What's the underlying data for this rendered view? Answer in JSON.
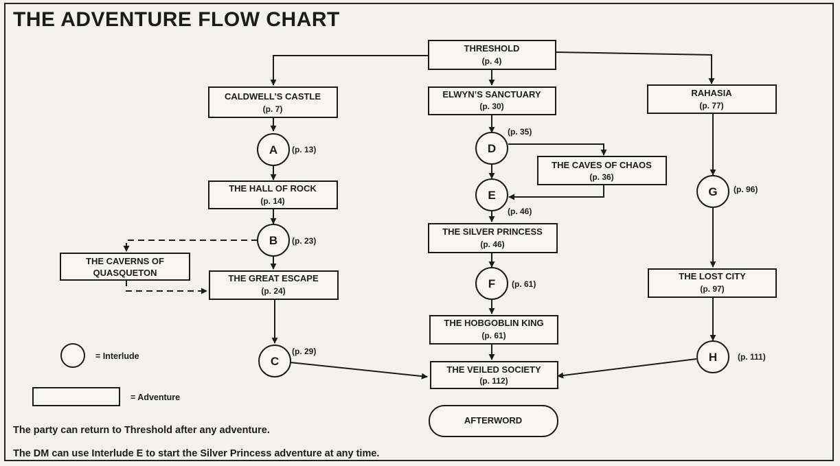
{
  "title": "THE ADVENTURE FLOW CHART",
  "adventures": {
    "threshold": {
      "name": "THRESHOLD",
      "page": "(p. 4)"
    },
    "caldwell": {
      "name": "CALDWELL’S CASTLE",
      "page": "(p. 7)"
    },
    "elwyn": {
      "name": "ELWYN’S SANCTUARY",
      "page": "(p. 30)"
    },
    "rahasia": {
      "name": "RAHASIA",
      "page": "(p. 77)"
    },
    "hall_of_rock": {
      "name": "THE HALL OF ROCK",
      "page": "(p. 14)"
    },
    "caves_of_chaos": {
      "name": "THE CAVES OF CHAOS",
      "page": "(p. 36)"
    },
    "caverns_line1": "THE CAVERNS OF",
    "caverns_line2": "QUASQUETON",
    "great_escape": {
      "name": "THE GREAT ESCAPE",
      "page": "(p. 24)"
    },
    "silver_princess": {
      "name": "THE SILVER PRINCESS",
      "page": "(p. 46)"
    },
    "lost_city": {
      "name": "THE LOST CITY",
      "page": "(p. 97)"
    },
    "hobgoblin_king": {
      "name": "THE HOBGOBLIN KING",
      "page": "(p. 61)"
    },
    "veiled_society": {
      "name": "THE VEILED SOCIETY",
      "page": "(p. 112)"
    },
    "afterword": "AFTERWORD"
  },
  "interludes": {
    "A": {
      "letter": "A",
      "page": "(p. 13)"
    },
    "B": {
      "letter": "B",
      "page": "(p. 23)"
    },
    "C": {
      "letter": "C",
      "page": "(p. 29)"
    },
    "D": {
      "letter": "D",
      "page": "(p. 35)"
    },
    "E": {
      "letter": "E",
      "page": "(p. 46)"
    },
    "F": {
      "letter": "F",
      "page": "(p. 61)"
    },
    "G": {
      "letter": "G",
      "page": "(p. 96)"
    },
    "H": {
      "letter": "H",
      "page": "(p. 111)"
    }
  },
  "legend": {
    "interlude": "= Interlude",
    "adventure": "= Adventure"
  },
  "notes": {
    "line1": "The party can return to Threshold after any adventure.",
    "line2": "The DM can use Interlude E to start the Silver Princess adventure at any time."
  }
}
